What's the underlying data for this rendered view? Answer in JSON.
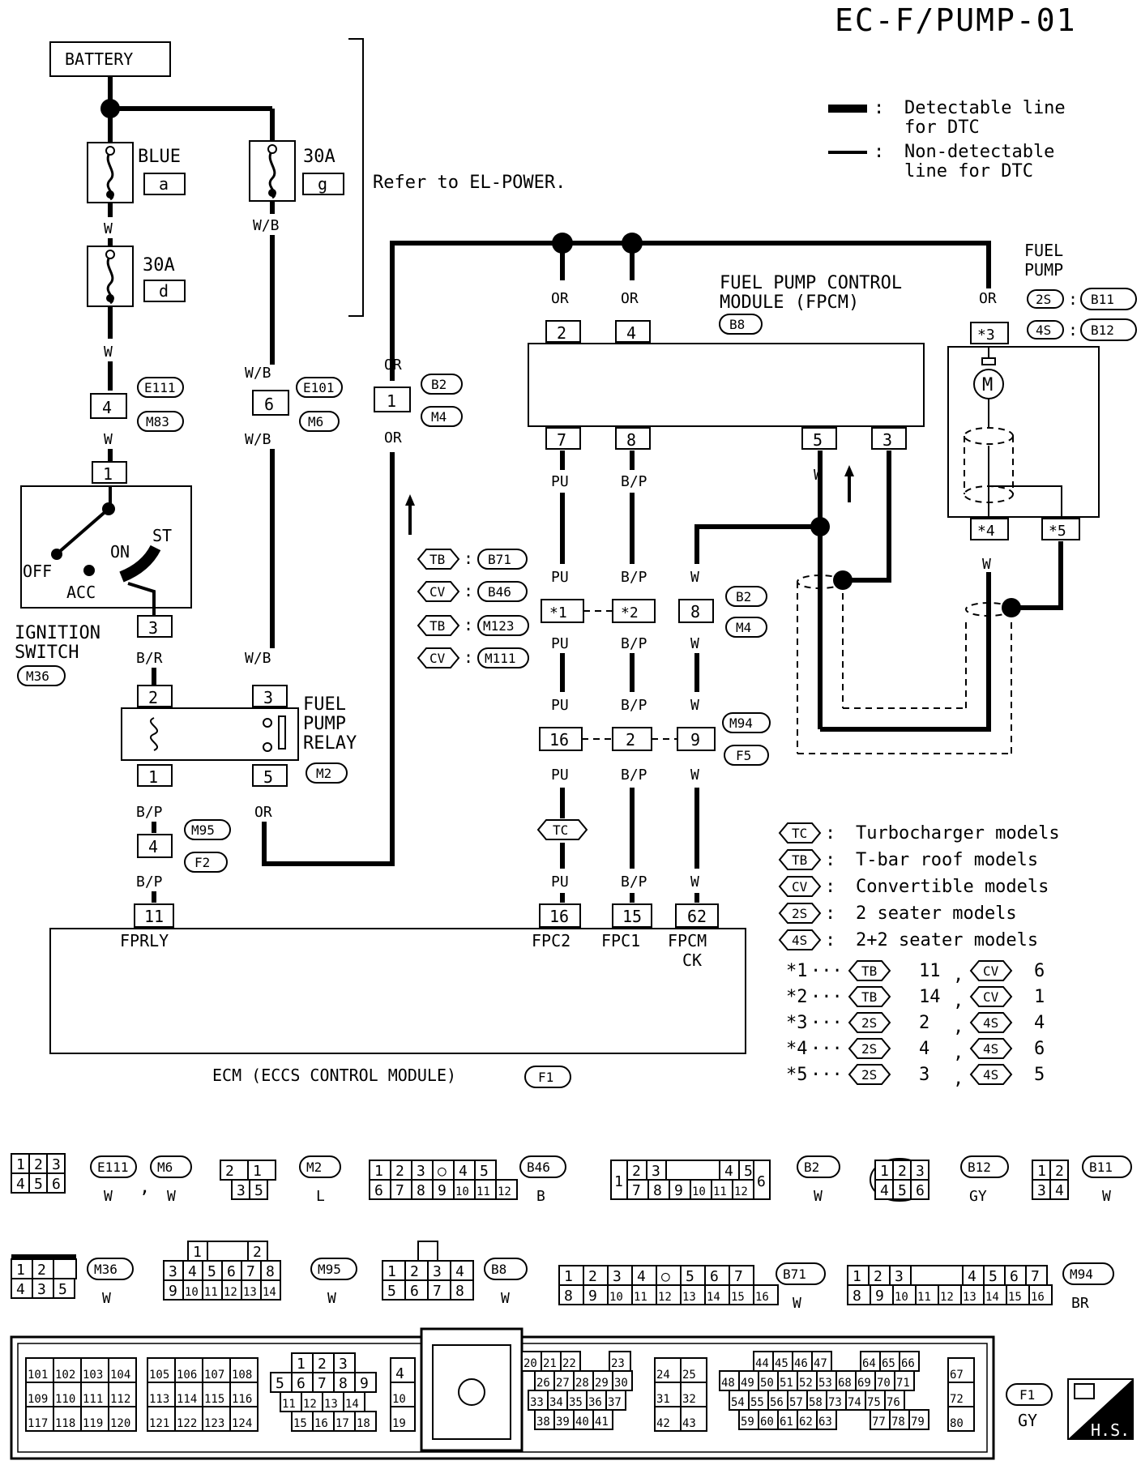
{
  "page_code": "EC-F/PUMP-01",
  "legend": {
    "detectable": "Detectable line",
    "detectable2": "for DTC",
    "nondetectable": "Non-detectable",
    "nondetectable2": "line for DTC"
  },
  "refer": "Refer to EL-POWER.",
  "battery": "BATTERY",
  "fuses": {
    "blue": "BLUE",
    "a": "a",
    "g_amp": "30A",
    "g": "g",
    "d_amp": "30A",
    "d": "d"
  },
  "wires": {
    "W": "W",
    "WB": "W/B",
    "OR": "OR",
    "PU": "PU",
    "BP": "B/P",
    "BR": "B/R"
  },
  "connectors": {
    "E111": "E111",
    "M83": "M83",
    "E101": "E101",
    "M6": "M6",
    "B2": "B2",
    "M4": "M4",
    "B8": "B8",
    "B11": "B11",
    "B12": "B12",
    "M94": "M94",
    "F5": "F5",
    "M95": "M95",
    "F2": "F2",
    "M2": "M2",
    "M36": "M36",
    "F1": "F1",
    "B71": "B71",
    "B46": "B46",
    "M123": "M123",
    "M111": "M111"
  },
  "pins": {
    "p4": "4",
    "p6": "6",
    "p1": "1",
    "p3": "3",
    "p2": "2",
    "p5": "5",
    "p7": "7",
    "p8": "8",
    "p16": "16",
    "p9": "9",
    "p11": "11",
    "p15": "15",
    "p62": "62",
    "s1": "*1",
    "s2": "*2",
    "s3": "*3",
    "s4": "*4",
    "s5": "*5"
  },
  "ignition": {
    "off": "OFF",
    "acc": "ACC",
    "on": "ON",
    "st": "ST",
    "label1": "IGNITION",
    "label2": "SWITCH"
  },
  "relay": {
    "l1": "FUEL",
    "l2": "PUMP",
    "l3": "RELAY"
  },
  "fpcm": {
    "l1": "FUEL PUMP CONTROL",
    "l2": "MODULE (FPCM)"
  },
  "fuel_pump": {
    "l1": "FUEL",
    "l2": "PUMP",
    "motor": "M"
  },
  "model_tags": {
    "TB": "TB",
    "CV": "CV",
    "TC": "TC",
    "2S": "2S",
    "4S": "4S"
  },
  "ecm": {
    "fprly": "FPRLY",
    "fpc2": "FPC2",
    "fpc1": "FPC1",
    "fpcm": "FPCM",
    "ck": "CK",
    "label": "ECM (ECCS CONTROL MODULE)"
  },
  "model_legend": [
    {
      "tag": "TC",
      "text": "Turbocharger models"
    },
    {
      "tag": "TB",
      "text": "T-bar roof models"
    },
    {
      "tag": "CV",
      "text": "Convertible models"
    },
    {
      "tag": "2S",
      "text": "2 seater models"
    },
    {
      "tag": "4S",
      "text": "2+2 seater models"
    }
  ],
  "notes": [
    {
      "k": "*1",
      "a": "TB",
      "av": "11",
      "b": "CV",
      "bv": "6"
    },
    {
      "k": "*2",
      "a": "TB",
      "av": "14",
      "b": "CV",
      "bv": "1"
    },
    {
      "k": "*3",
      "a": "2S",
      "av": "2",
      "b": "4S",
      "bv": "4"
    },
    {
      "k": "*4",
      "a": "2S",
      "av": "4",
      "b": "4S",
      "bv": "6"
    },
    {
      "k": "*5",
      "a": "2S",
      "av": "3",
      "b": "4S",
      "bv": "5"
    }
  ],
  "connector_faces": {
    "e111_top": [
      "1",
      "2",
      "3"
    ],
    "e111_bot": [
      "4",
      "5",
      "6"
    ],
    "m2_top": [
      "2",
      "1"
    ],
    "m2_bot": [
      "3",
      "5"
    ],
    "b46_top": [
      "1",
      "2",
      "3",
      "○",
      "4",
      "5"
    ],
    "b46_bot": [
      "6",
      "7",
      "8",
      "9",
      "10",
      "11",
      "12"
    ],
    "b2_top": [
      "2",
      "3",
      "4",
      "5"
    ],
    "b2_bot": [
      "7",
      "8",
      "9",
      "10",
      "11",
      "12"
    ],
    "b2_l": "1",
    "b2_r": "6",
    "b12_top": [
      "1",
      "2",
      "3"
    ],
    "b12_bot": [
      "4",
      "5",
      "6"
    ],
    "b11_top": [
      "1",
      "2"
    ],
    "b11_bot": [
      "3",
      "4"
    ],
    "m36_top": [
      "1",
      "2"
    ],
    "m36_bot": [
      "4",
      "3",
      "5"
    ],
    "m95_top": [
      "1",
      "2"
    ],
    "m95_mid": [
      "3",
      "4",
      "5",
      "6",
      "7",
      "8"
    ],
    "m95_bot": [
      "9",
      "10",
      "11",
      "12",
      "13",
      "14"
    ],
    "b8_top": [
      "1",
      "2",
      "3",
      "4"
    ],
    "b8_bot": [
      "5",
      "6",
      "7",
      "8"
    ],
    "b71_top": [
      "1",
      "2",
      "3",
      "4",
      "○",
      "5",
      "6",
      "7"
    ],
    "b71_bot": [
      "8",
      "9",
      "10",
      "11",
      "12",
      "13",
      "14",
      "15",
      "16"
    ],
    "m94_top": [
      "1",
      "2",
      "3",
      "4",
      "5",
      "6",
      "7"
    ],
    "m94_bot": [
      "8",
      "9",
      "10",
      "11",
      "12",
      "13",
      "14",
      "15",
      "16"
    ]
  },
  "face_colors": {
    "E111": "W",
    "M6": "W",
    "M2": "L",
    "B46": "B",
    "B2": "W",
    "B12": "GY",
    "B11": "W",
    "M36": "W",
    "M95": "W",
    "B8": "W",
    "B71": "W",
    "M94": "BR",
    "F1": "GY"
  },
  "ecm_face": {
    "g1": [
      [
        "101",
        "102",
        "103",
        "104"
      ],
      [
        "109",
        "110",
        "111",
        "112"
      ],
      [
        "117",
        "118",
        "119",
        "120"
      ]
    ],
    "g2": [
      [
        "105",
        "106",
        "107",
        "108"
      ],
      [
        "113",
        "114",
        "115",
        "116"
      ],
      [
        "121",
        "122",
        "123",
        "124"
      ]
    ],
    "g3": [
      [
        "1",
        "2",
        "3"
      ],
      [
        "5",
        "6",
        "7",
        "8",
        "9"
      ],
      [
        "11",
        "12",
        "13",
        "14"
      ],
      [
        "15",
        "16",
        "17",
        "18"
      ]
    ],
    "g4": [
      "4",
      "10",
      "19"
    ],
    "g5": [
      [
        "20",
        "21",
        "22",
        "23"
      ],
      [
        "26",
        "27",
        "28",
        "29",
        "30"
      ],
      [
        "33",
        "34",
        "35",
        "36",
        "37"
      ],
      [
        "38",
        "39",
        "40",
        "41"
      ]
    ],
    "g6": [
      [
        "24",
        "25"
      ],
      [
        "31",
        "32"
      ],
      [
        "42",
        "43"
      ]
    ],
    "g7": [
      [
        "44",
        "45",
        "46",
        "47",
        "64",
        "65",
        "66"
      ],
      [
        "48",
        "49",
        "50",
        "51",
        "52",
        "53",
        "68",
        "69",
        "70",
        "71"
      ],
      [
        "54",
        "55",
        "56",
        "57",
        "58",
        "73",
        "74",
        "75",
        "76"
      ],
      [
        "59",
        "60",
        "61",
        "62",
        "63",
        "77",
        "78",
        "79"
      ]
    ],
    "g8": [
      "67",
      "72",
      "80"
    ]
  },
  "hs": "H.S."
}
